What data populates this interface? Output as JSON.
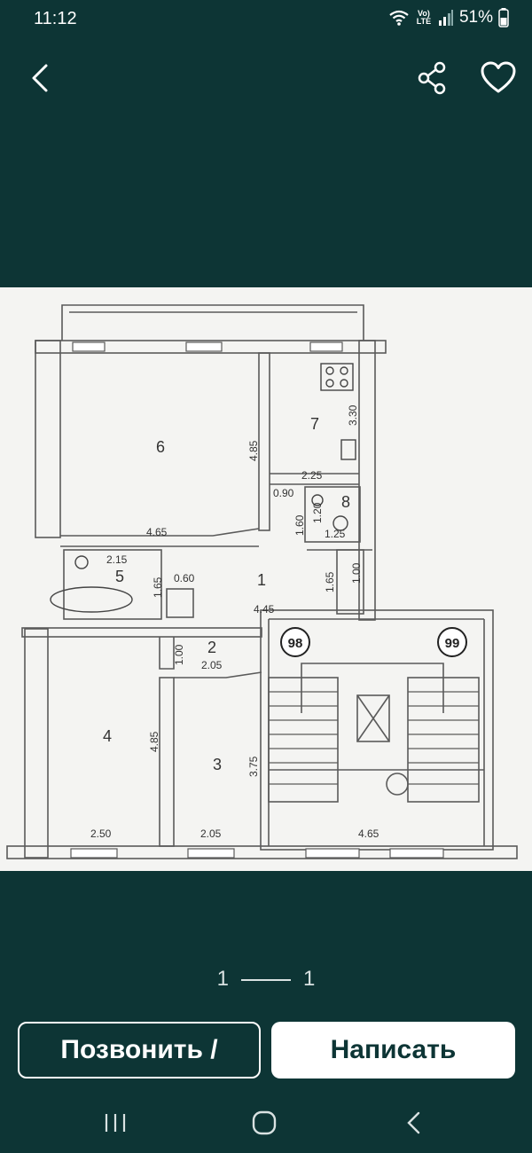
{
  "status_bar": {
    "time": "11:12",
    "network": "Vo) LTE",
    "battery": "51%"
  },
  "top_bar": {
    "back_icon": "chevron-left-icon",
    "share_icon": "share-icon",
    "favorite_icon": "heart-icon"
  },
  "floor_plan": {
    "rooms": [
      "1",
      "2",
      "3",
      "4",
      "5",
      "6",
      "7",
      "8"
    ],
    "apartments": [
      "98",
      "99"
    ],
    "dimensions": [
      "4.85",
      "4.65",
      "3.30",
      "2.25",
      "0.90",
      "1.60",
      "1.20",
      "1.25",
      "2.15",
      "1.65",
      "0.60",
      "1.65",
      "1.00",
      "4.45",
      "1.00",
      "2.05",
      "4.85",
      "3.75",
      "2.50",
      "2.05",
      "4.65"
    ]
  },
  "pager": {
    "current": "1",
    "total": "1"
  },
  "actions": {
    "call_label": "Позвонить /",
    "write_label": "Написать"
  },
  "nav_bar": {
    "recents_icon": "recents-icon",
    "home_icon": "home-icon",
    "back_icon": "back-icon"
  }
}
